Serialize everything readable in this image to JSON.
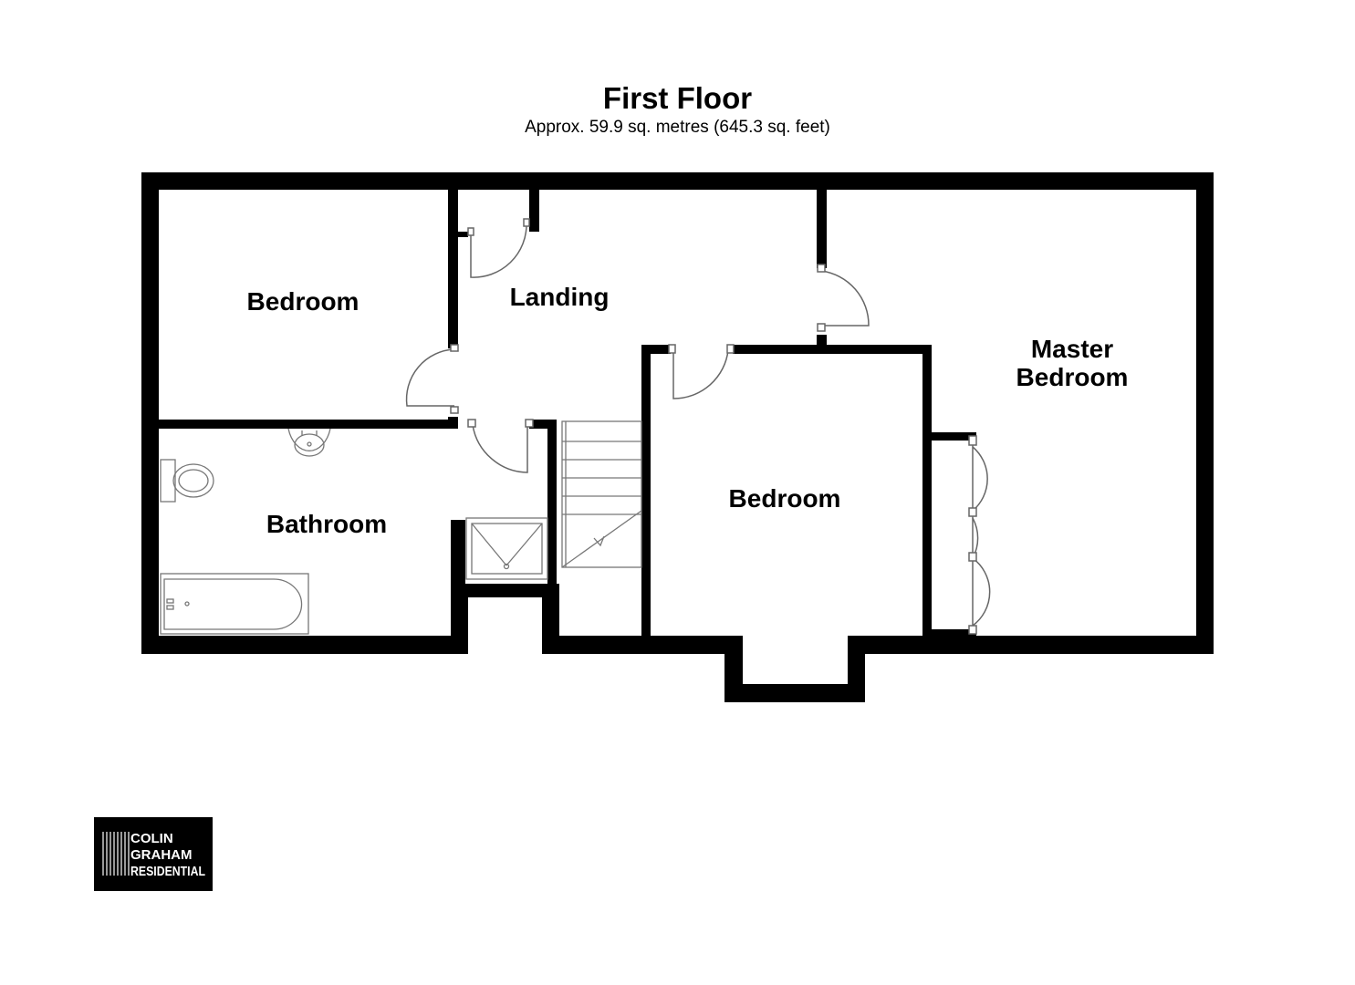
{
  "plan": {
    "title": "First Floor",
    "area": "Approx. 59.9 sq. metres (645.3 sq. feet)"
  },
  "rooms": {
    "bedroom_1": "Bedroom",
    "landing": "Landing",
    "master_line1": "Master",
    "master_line2": "Bedroom",
    "bedroom_2": "Bedroom",
    "bathroom": "Bathroom"
  },
  "logo": {
    "line1": "COLIN",
    "line2": "GRAHAM",
    "line3": "RESIDENTIAL"
  },
  "colors": {
    "wall": "#000000",
    "fixture": "#888888",
    "background": "#ffffff"
  },
  "icons": [
    "toilet-icon",
    "basin-icon",
    "bath-icon",
    "shower-icon",
    "staircase-icon",
    "door-swing-icon",
    "logo-mark-icon"
  ]
}
